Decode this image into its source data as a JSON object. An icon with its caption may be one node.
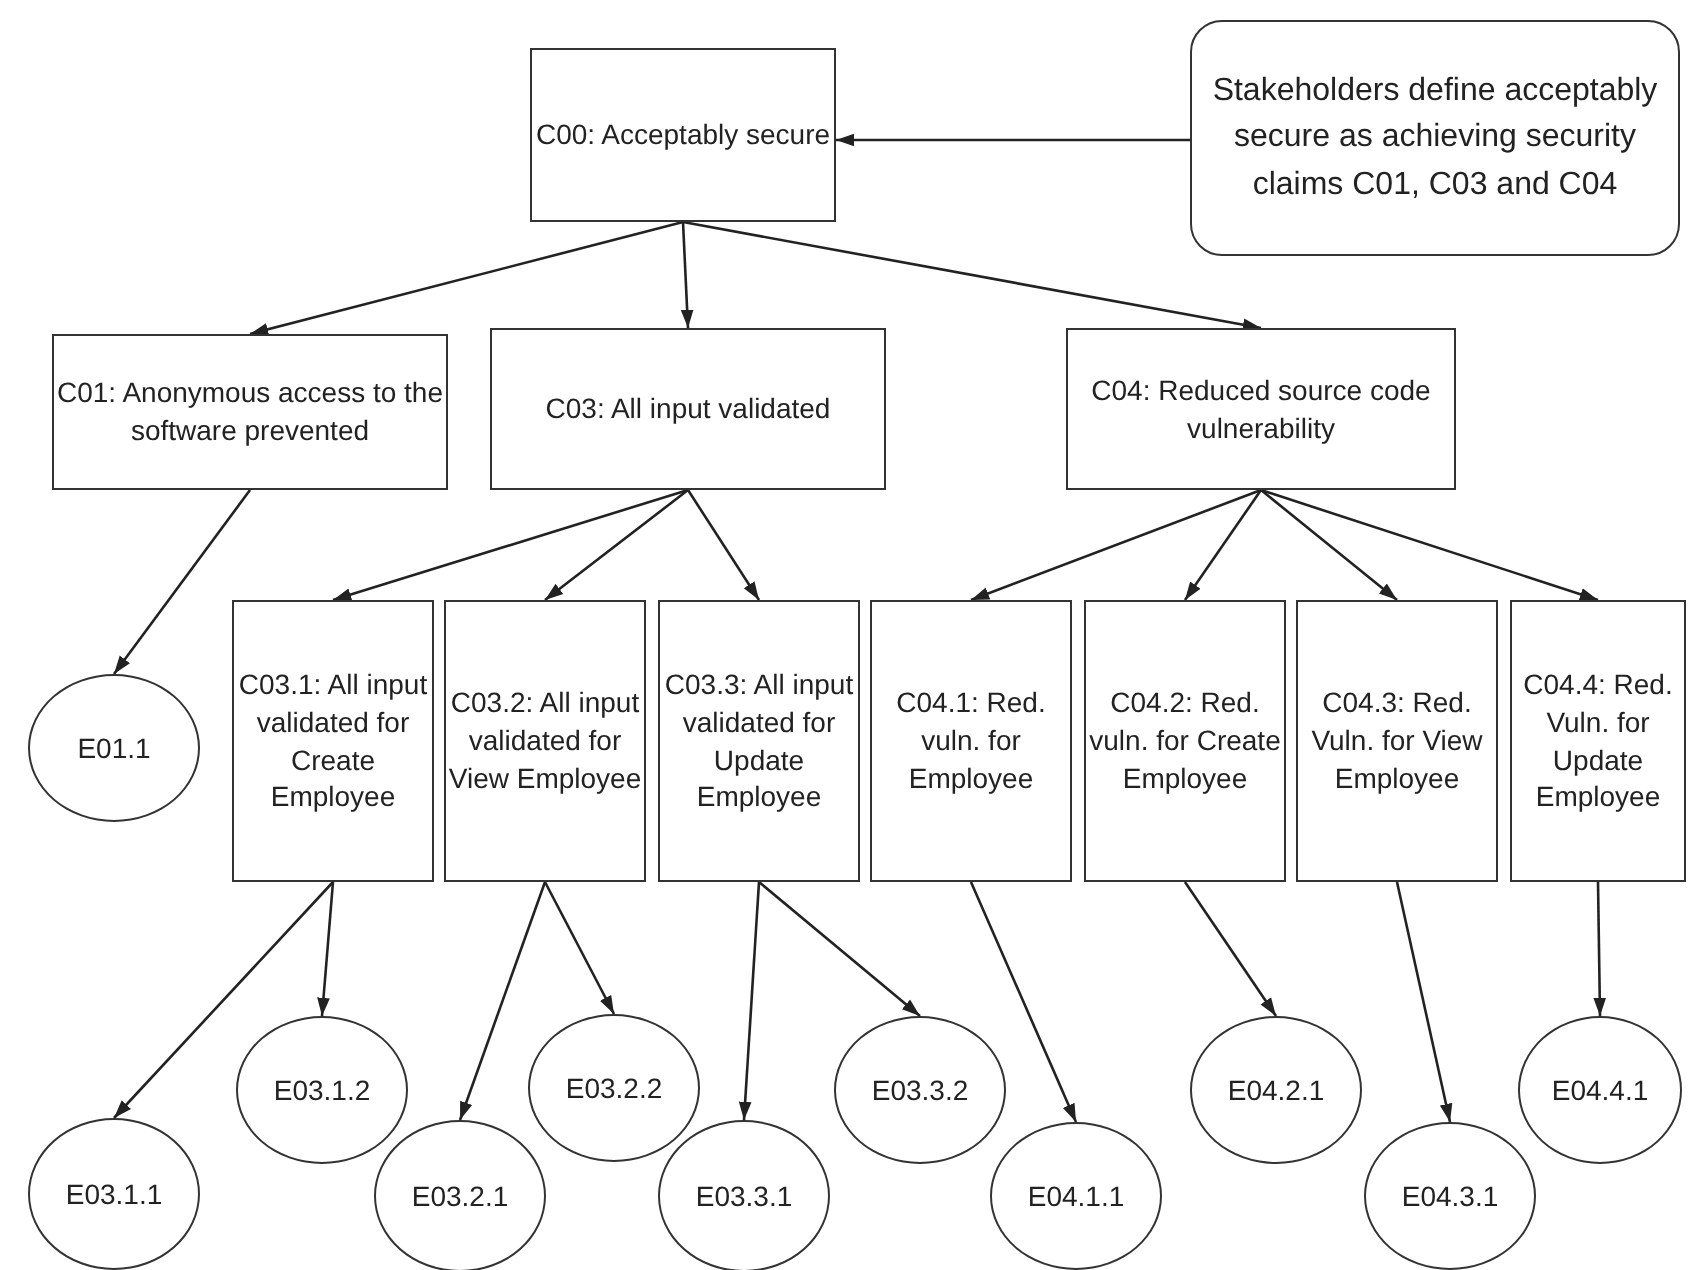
{
  "diagram": {
    "nodes": [
      {
        "text": [
          "C00: Acceptably secure"
        ]
      },
      {
        "text": [
          "Stakeholders define acceptably secure as achieving security claims C01, C03 and C04"
        ]
      },
      {
        "text": [
          "C01: Anonymous access to the software prevented"
        ]
      },
      {
        "text": [
          "C03: All input validated"
        ]
      },
      {
        "text": [
          "C04: Reduced source code vulnerability"
        ]
      },
      {
        "text": [
          "C03.1: All input validated for Create Employee"
        ]
      },
      {
        "text": [
          "C03.2: All input validated for View Employee"
        ]
      },
      {
        "text": [
          "C03.3: All input validated for Update Employee"
        ]
      },
      {
        "text": [
          "C04.1: Red. vuln. for Employee"
        ]
      },
      {
        "text": [
          "C04.2: Red. vuln. for Create Employee"
        ]
      },
      {
        "text": [
          "C04.3: Red. Vuln. for View Employee"
        ]
      },
      {
        "text": [
          "C04.4: Red. Vuln. for Update Employee"
        ]
      },
      {
        "text": [
          "E01.1"
        ]
      },
      {
        "text": [
          "E03.1.1"
        ]
      },
      {
        "text": [
          "E03.1.2"
        ]
      },
      {
        "text": [
          "E03.2.1"
        ]
      },
      {
        "text": [
          "E03.2.2"
        ]
      },
      {
        "text": [
          "E03.3.1"
        ]
      },
      {
        "text": [
          "E03.3.2"
        ]
      },
      {
        "text": [
          "E04.1.1"
        ]
      },
      {
        "text": [
          "E04.2.1"
        ]
      },
      {
        "text": [
          "E04.3.1"
        ]
      },
      {
        "text": [
          "E04.4.1"
        ]
      }
    ],
    "edges": [
      {
        "from": 1,
        "to": 0,
        "arrow": "to"
      },
      {
        "from": 0,
        "to": 2,
        "arrow": "to"
      },
      {
        "from": 0,
        "to": 3,
        "arrow": "to"
      },
      {
        "from": 0,
        "to": 4,
        "arrow": "to"
      },
      {
        "from": 2,
        "to": 12,
        "arrow": "to"
      },
      {
        "from": 3,
        "to": 5,
        "arrow": "to"
      },
      {
        "from": 3,
        "to": 6,
        "arrow": "to"
      },
      {
        "from": 3,
        "to": 7,
        "arrow": "to"
      },
      {
        "from": 4,
        "to": 8,
        "arrow": "to"
      },
      {
        "from": 4,
        "to": 9,
        "arrow": "to"
      },
      {
        "from": 4,
        "to": 10,
        "arrow": "to"
      },
      {
        "from": 4,
        "to": 11,
        "arrow": "to"
      },
      {
        "from": 5,
        "to": 13,
        "arrow": "to"
      },
      {
        "from": 5,
        "to": 14,
        "arrow": "to"
      },
      {
        "from": 6,
        "to": 15,
        "arrow": "to"
      },
      {
        "from": 6,
        "to": 16,
        "arrow": "to"
      },
      {
        "from": 7,
        "to": 17,
        "arrow": "to"
      },
      {
        "from": 7,
        "to": 18,
        "arrow": "to"
      },
      {
        "from": 8,
        "to": 19,
        "arrow": "to"
      },
      {
        "from": 9,
        "to": 20,
        "arrow": "to"
      },
      {
        "from": 10,
        "to": 21,
        "arrow": "to"
      },
      {
        "from": 11,
        "to": 22,
        "arrow": "to"
      }
    ]
  }
}
